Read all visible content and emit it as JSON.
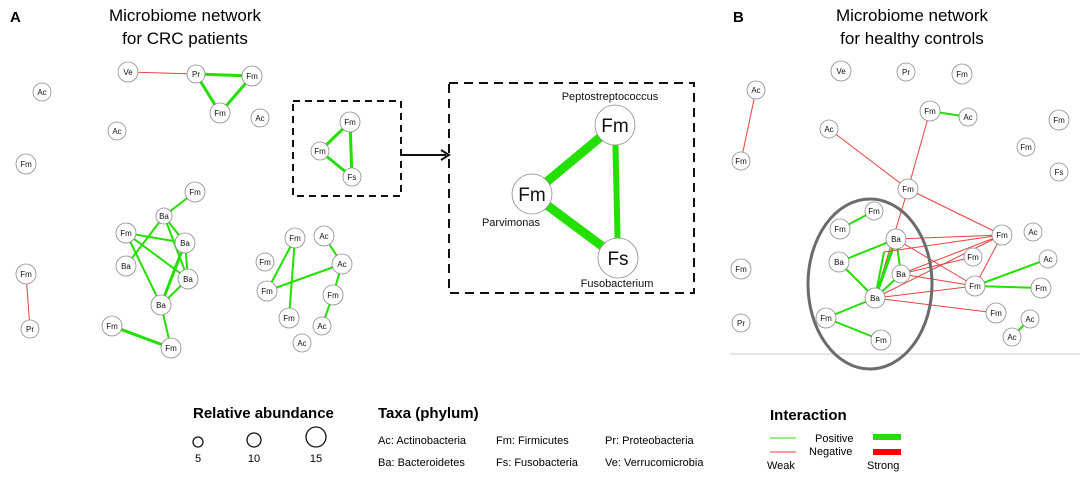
{
  "panel_a": {
    "letter": "A",
    "title_lines": [
      "Microbiome network",
      "for CRC patients"
    ],
    "nodes": [
      {
        "label": "Ve"
      },
      {
        "label": "Pr"
      },
      {
        "label": "Fm"
      },
      {
        "label": "Fm"
      },
      {
        "label": "Ac"
      },
      {
        "label": "Ac"
      },
      {
        "label": "Ac"
      },
      {
        "label": "Fm"
      },
      {
        "label": "Fm"
      },
      {
        "label": "Pr"
      },
      {
        "label": "Fm"
      },
      {
        "label": "Fm"
      },
      {
        "label": "Ba"
      },
      {
        "label": "Ba"
      },
      {
        "label": "Ba"
      },
      {
        "label": "Ba"
      },
      {
        "label": "Fm"
      },
      {
        "label": "Fm"
      },
      {
        "label": "Fm"
      },
      {
        "label": "Ac"
      },
      {
        "label": "Fm"
      },
      {
        "label": "Ac"
      },
      {
        "label": "Fm"
      },
      {
        "label": "Fm"
      },
      {
        "label": "Fm"
      },
      {
        "label": "Ac"
      },
      {
        "label": "Ac"
      },
      {
        "label": "Fm"
      },
      {
        "label": "Fm"
      },
      {
        "label": "Fs"
      }
    ],
    "zoom": {
      "nodes": [
        {
          "label": "Fm",
          "taxon": "Peptostreptococcus"
        },
        {
          "label": "Fm",
          "taxon": "Parvimonas"
        },
        {
          "label": "Fs",
          "taxon": "Fusobacterium"
        }
      ]
    }
  },
  "panel_b": {
    "letter": "B",
    "title_lines": [
      "Microbiome network",
      "for healthy controls"
    ],
    "nodes": [
      {
        "label": "Ve"
      },
      {
        "label": "Pr"
      },
      {
        "label": "Fm"
      },
      {
        "label": "Ac"
      },
      {
        "label": "Fm"
      },
      {
        "label": "Fm"
      },
      {
        "label": "Ac"
      },
      {
        "label": "Ac"
      },
      {
        "label": "Fm"
      },
      {
        "label": "Fm"
      },
      {
        "label": "Fs"
      },
      {
        "label": "Fm"
      },
      {
        "label": "Fm"
      },
      {
        "label": "Fm"
      },
      {
        "label": "Ba"
      },
      {
        "label": "Ba"
      },
      {
        "label": "Ba"
      },
      {
        "label": "Ba"
      },
      {
        "label": "Fm"
      },
      {
        "label": "Ac"
      },
      {
        "label": "Ac"
      },
      {
        "label": "Fm"
      },
      {
        "label": "Fm"
      },
      {
        "label": "Fm"
      },
      {
        "label": "Fm"
      },
      {
        "label": "Fm"
      },
      {
        "label": "Ac"
      },
      {
        "label": "Ac"
      },
      {
        "label": "Fm"
      },
      {
        "label": "Pr"
      }
    ]
  },
  "legend": {
    "abundance": {
      "heading": "Relative abundance",
      "sizes": [
        {
          "label": "5",
          "value": 5
        },
        {
          "label": "10",
          "value": 10
        },
        {
          "label": "15",
          "value": 15
        }
      ]
    },
    "taxa": {
      "heading": "Taxa (phylum)",
      "entries": [
        "Ac: Actinobacteria",
        "Fm: Firmicutes",
        "Pr: Proteobacteria",
        "Ba: Bacteroidetes",
        "Fs: Fusobacteria",
        "Ve: Verrucomicrobia"
      ]
    },
    "interaction": {
      "heading": "Interaction",
      "positive": "Positive",
      "negative": "Negative",
      "weak": "Weak",
      "strong": "Strong"
    }
  },
  "colors": {
    "positive": "#22e000",
    "negative": "#e8423f",
    "strong_negative": "#ff0000",
    "node_stroke": "#8a8a8a",
    "highlight_oval": "#6b6b6b"
  }
}
